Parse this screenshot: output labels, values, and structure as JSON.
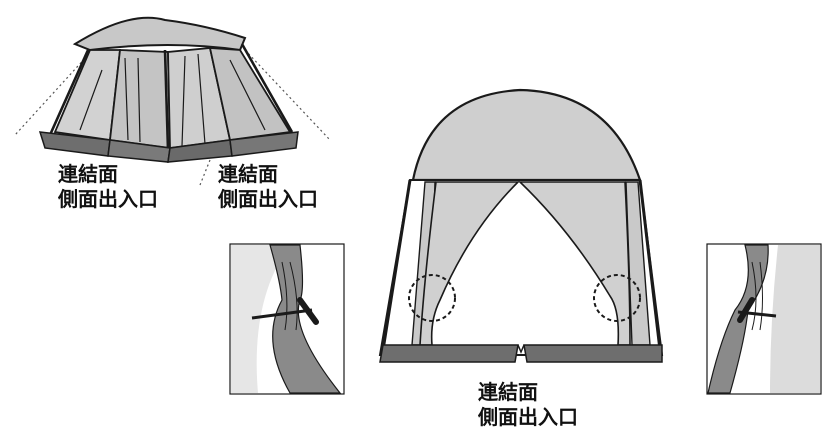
{
  "labels": {
    "left": {
      "line1": "連結面",
      "line2": "側面出入口"
    },
    "middle": {
      "line1": "連結面",
      "line2": "側面出入口"
    },
    "bottom": {
      "line1": "連結面",
      "line2": "側面出入口"
    }
  },
  "colors": {
    "outline": "#1a1a1a",
    "mesh_gray": "#c8c8c8",
    "panel_light": "#ececec",
    "floor_dark": "#6e6e6e",
    "curtain_dark": "#8a8a8a",
    "curtain_light": "#bdbdbd"
  }
}
